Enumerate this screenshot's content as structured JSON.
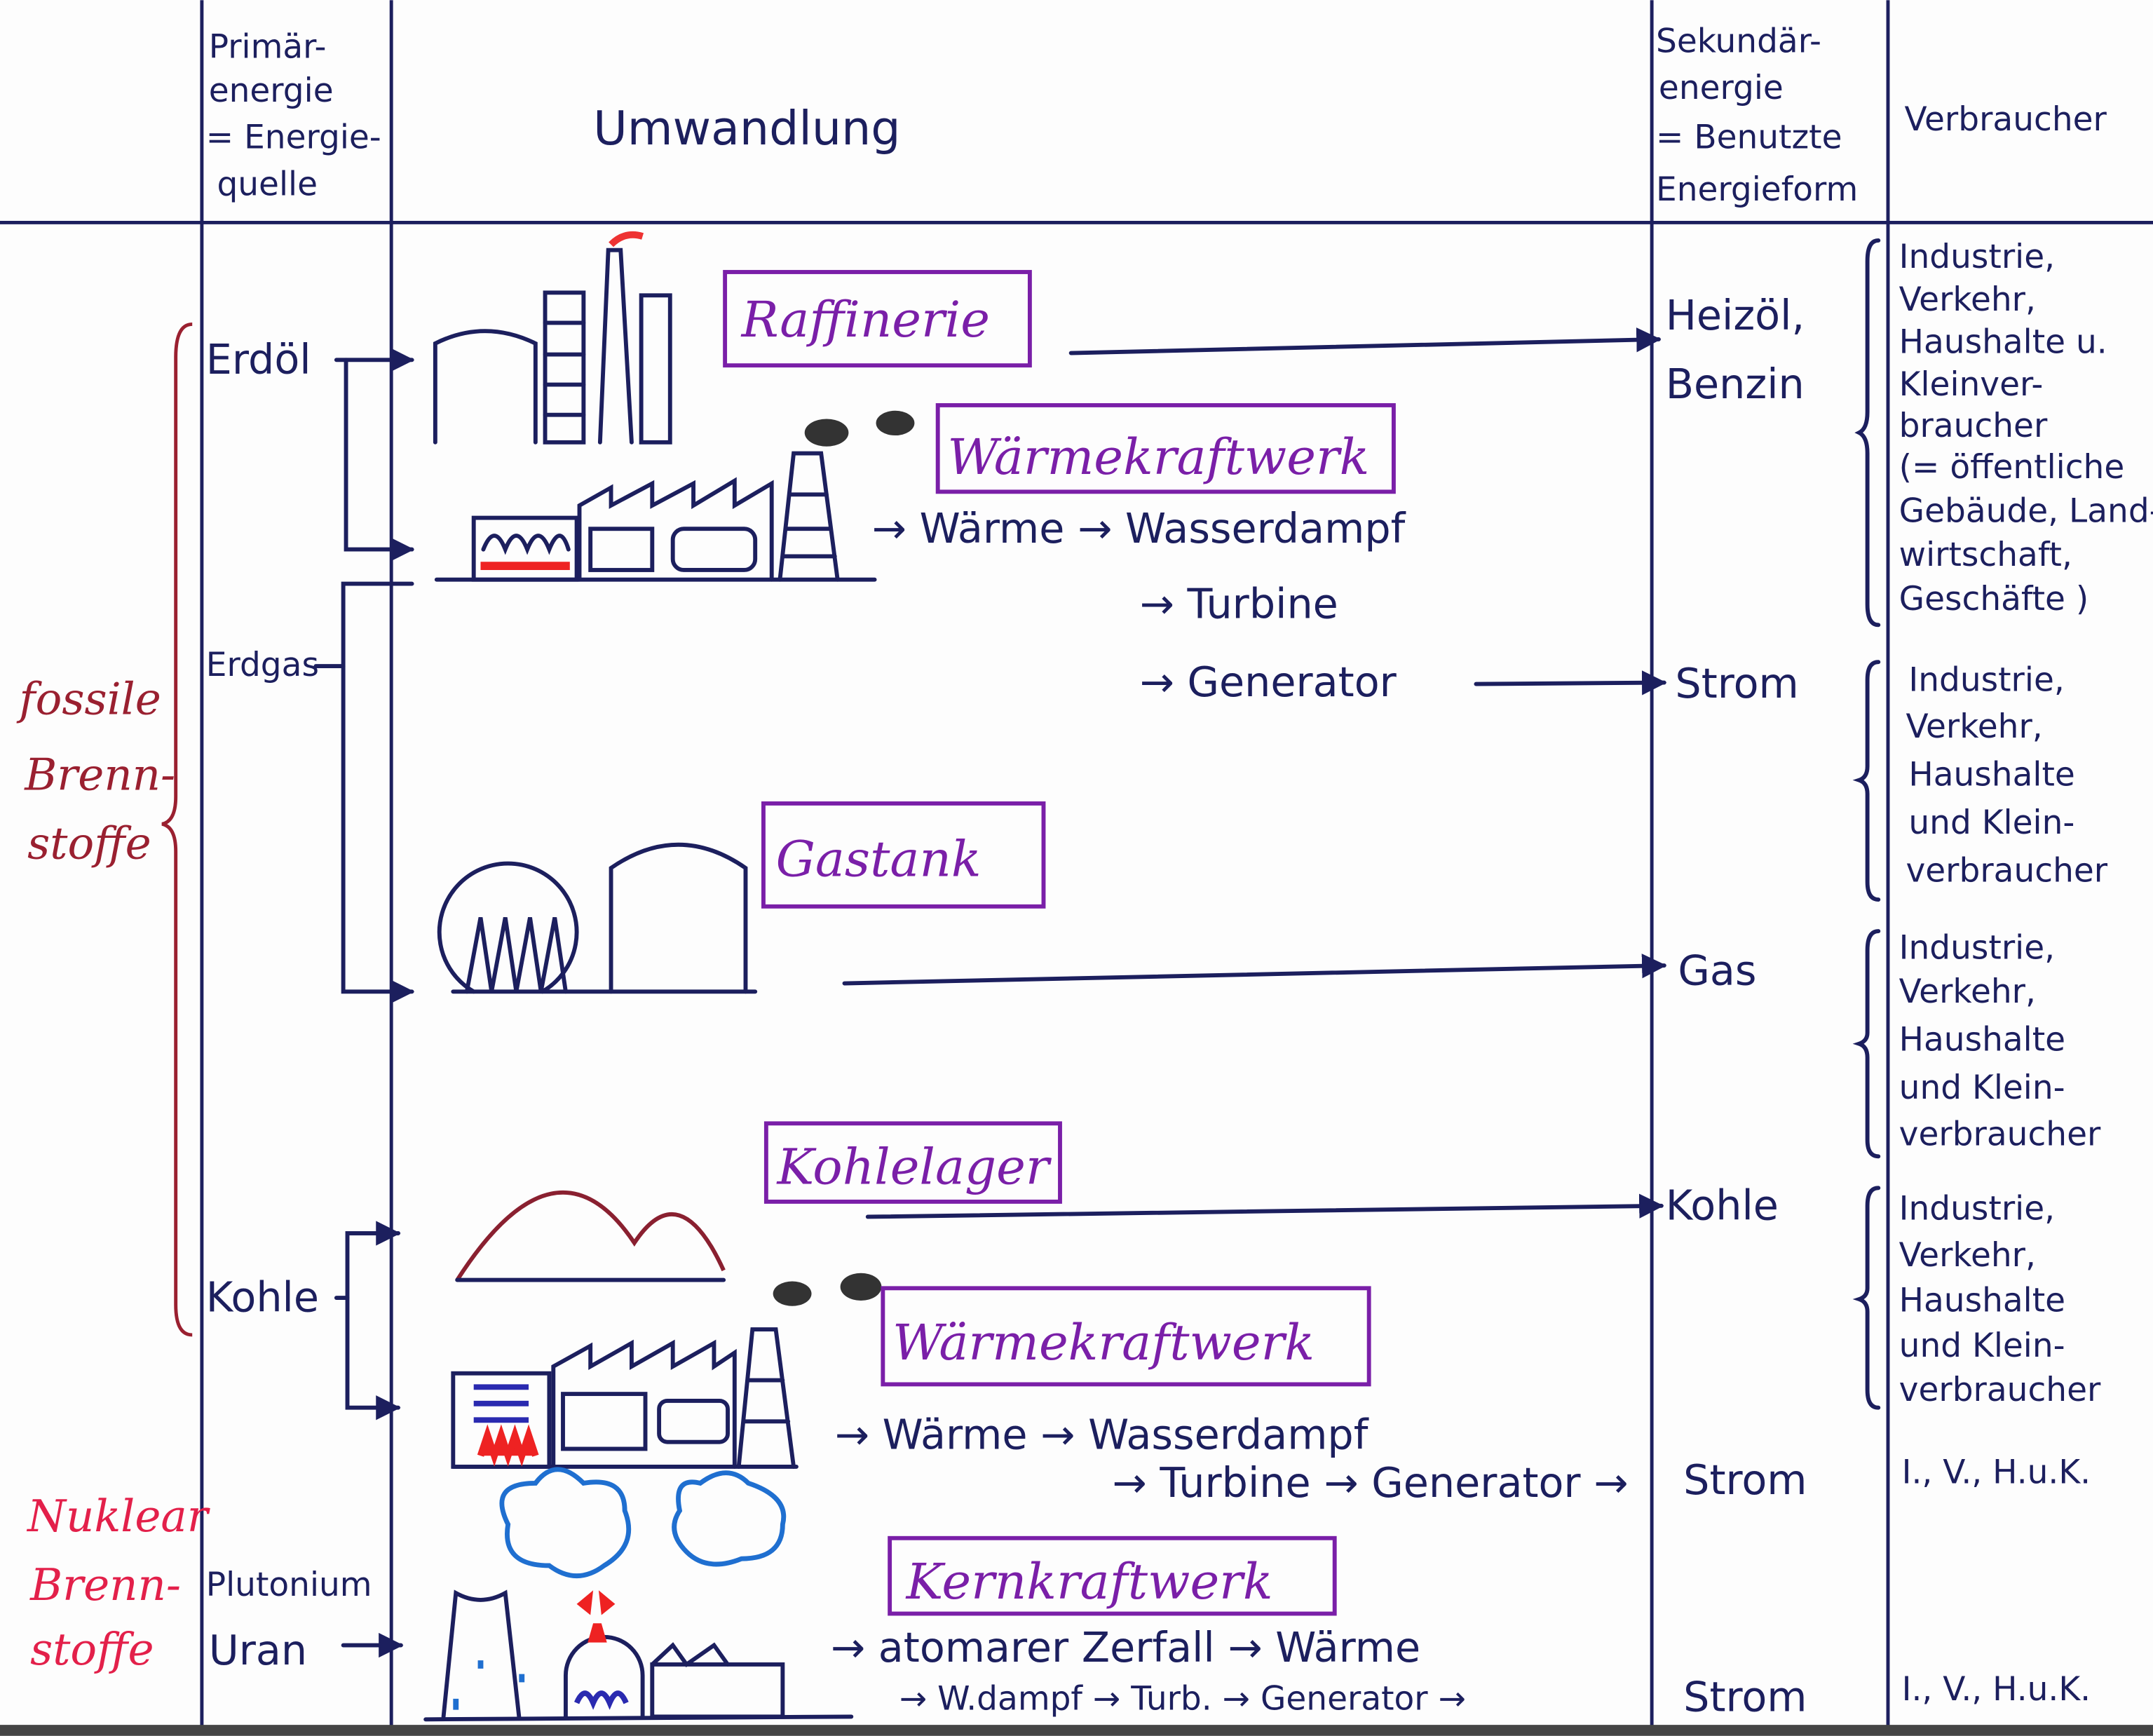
{
  "header": {
    "primary": [
      "Primär-",
      "energie",
      "= Energie-",
      "quelle"
    ],
    "conversion": "Umwandlung",
    "secondary": [
      "Sekundär-",
      "energie",
      "= Benutzte",
      "Energieform"
    ],
    "consumer": "Verbraucher"
  },
  "groups": {
    "fossil": [
      "fossile",
      "Brenn-",
      "stoffe"
    ],
    "nuclear": [
      "Nuklear",
      "Brenn-",
      "stoffe"
    ]
  },
  "sources": {
    "oil": "Erdöl",
    "gas": "Erdgas",
    "coal": "Kohle",
    "plutonium": "Plutonium",
    "uranium": "Uran"
  },
  "plants": {
    "refinery": "Raffinerie",
    "thermal1": "Wärmekraftwerk",
    "gastank": "Gastank",
    "coalstore": "Kohlelager",
    "thermal2": "Wärmekraftwerk",
    "nuclear": "Kernkraftwerk"
  },
  "chains": {
    "thermal1": [
      "→ Wärme → Wasserdampf",
      "→ Turbine",
      "→ Generator"
    ],
    "thermal2": [
      "→ Wärme → Wasserdampf",
      "→ Turbine → Generator →"
    ],
    "nuclear": [
      "→ atomarer Zerfall → Wärme",
      "→ W.dampf → Turb. → Generator →"
    ]
  },
  "outputs": {
    "fuel": [
      "Heizöl,",
      "Benzin"
    ],
    "power1": "Strom",
    "gas": "Gas",
    "coal": "Kohle",
    "power2": "Strom",
    "power3": "Strom"
  },
  "consumers": {
    "fuel": [
      "Industrie,",
      "Verkehr,",
      "Haushalte u.",
      "Kleinver-",
      "braucher",
      "(= öffentliche",
      "Gebäude, Land-",
      "wirtschaft,",
      "Geschäfte )"
    ],
    "power1": [
      "Industrie,",
      "Verkehr,",
      "Haushalte",
      "und Klein-",
      "verbraucher"
    ],
    "gas": [
      "Industrie,",
      "Verkehr,",
      "Haushalte",
      "und Klein-",
      "verbraucher"
    ],
    "coal": [
      "Industrie,",
      "Verkehr,",
      "Haushalte",
      "und Klein-",
      "verbraucher"
    ],
    "power2": "I., V., H.u.K.",
    "power3": "I., V., H.u.K."
  },
  "colors": {
    "ink": "#1c1f5e",
    "box": "#7a1fa8",
    "fossil": "#9a2030",
    "nuclear": "#e3204a",
    "cloud": "#1f6fd0"
  }
}
